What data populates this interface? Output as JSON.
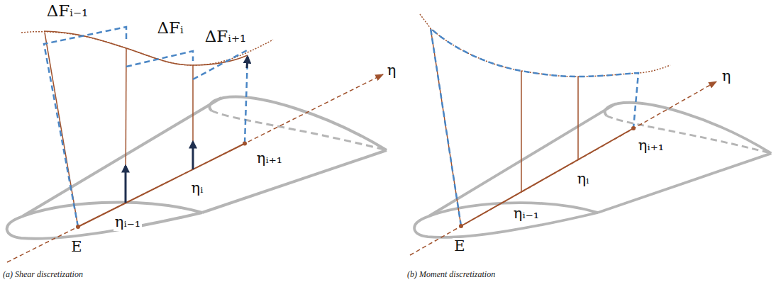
{
  "diagram": {
    "labels": [
      "ΔFᵢ₋₁",
      "ΔFᵢ",
      "ΔFᵢ₊₁",
      "η",
      "ηᵢ₋₁",
      "ηᵢ",
      "ηᵢ₊₁",
      "E",
      "(a) Shear discretization",
      "η",
      "ηᵢ₊₁",
      "ηᵢ₋₁",
      "ηᵢ",
      "E",
      "(b) Moment discretization"
    ]
  }
}
